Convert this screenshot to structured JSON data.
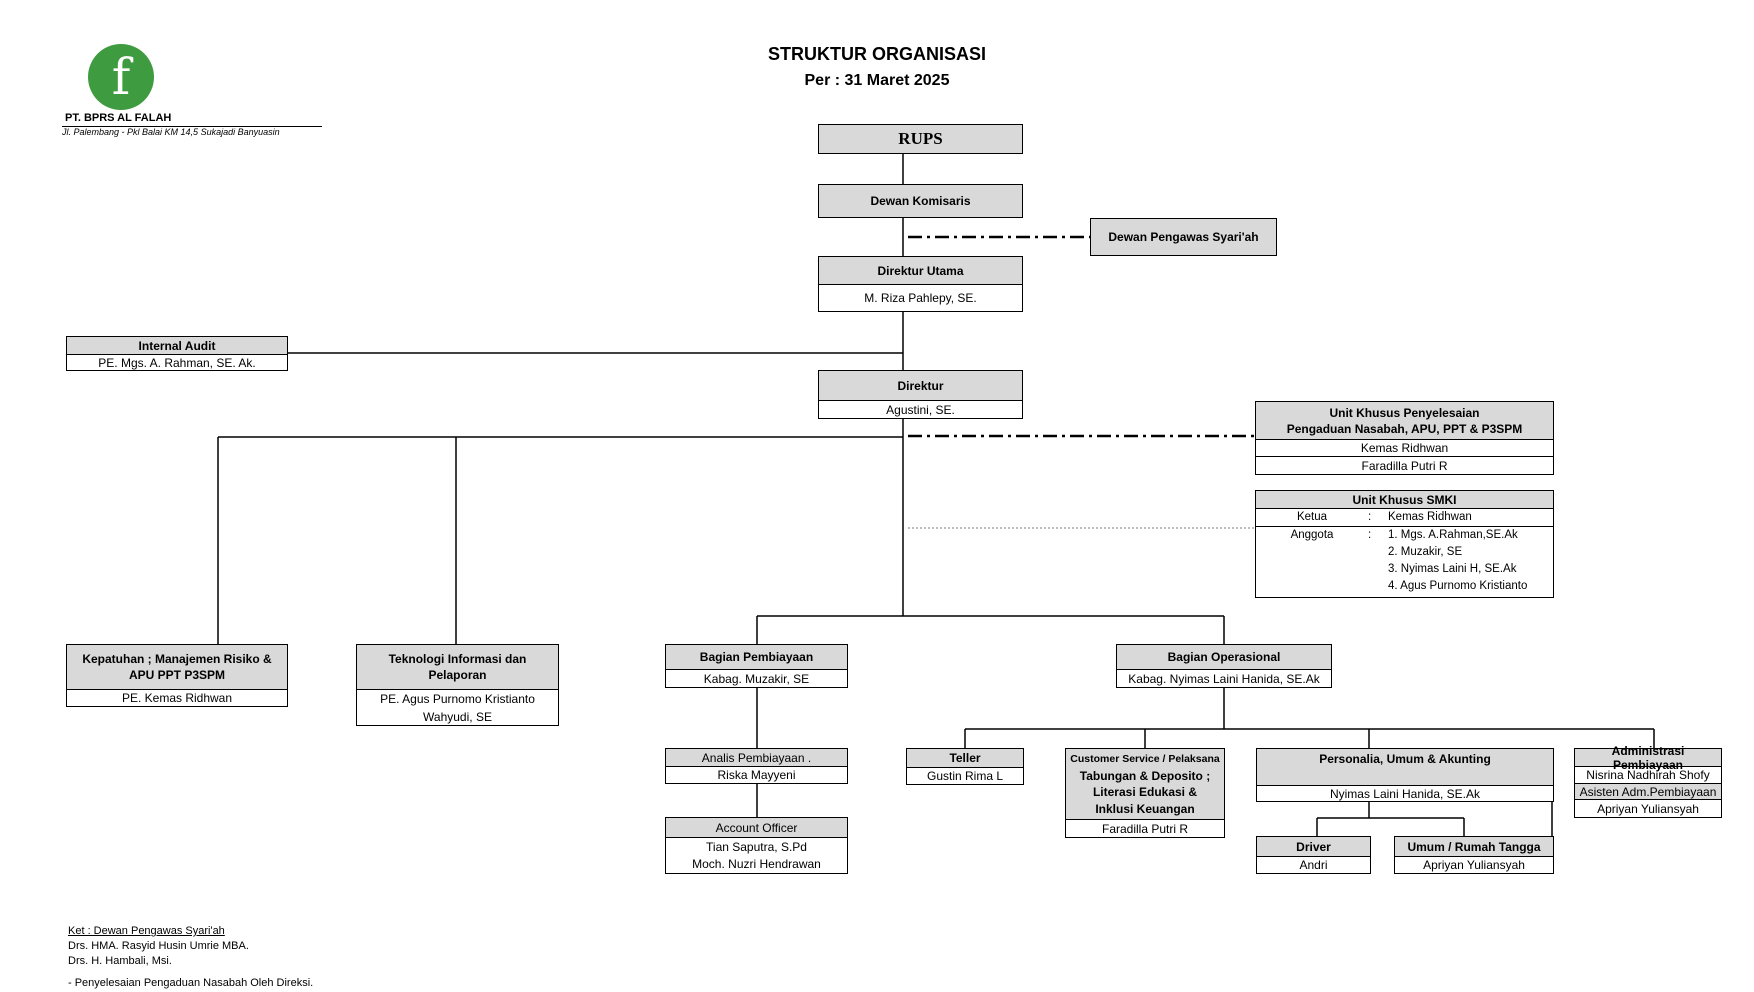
{
  "company": {
    "logo_letter": "f",
    "name": "PT. BPRS AL FALAH",
    "address": "Jl. Palembang - Pkl Balai KM 14,5 Sukajadi Banyuasin"
  },
  "title": "STRUKTUR ORGANISASI",
  "subtitle": "Per : 31 Maret 2025",
  "boxes": {
    "rups": "RUPS",
    "dewan_komisaris": "Dewan Komisaris",
    "dewan_pengawas": "Dewan Pengawas Syari'ah",
    "direktur_utama": {
      "title": "Direktur Utama",
      "name": "M. Riza Pahlepy, SE."
    },
    "internal_audit": {
      "title": "Internal Audit",
      "name": "PE. Mgs. A. Rahman, SE. Ak."
    },
    "direktur": {
      "title": "Direktur",
      "name": "Agustini, SE."
    },
    "unit_penyelesaian": {
      "title1": "Unit Khusus Penyelesaian",
      "title2": "Pengaduan Nasabah, APU, PPT & P3SPM",
      "names": [
        "Kemas Ridhwan",
        "Faradilla Putri R"
      ]
    },
    "unit_smki": {
      "title": "Unit Khusus SMKI",
      "ketua_label": "Ketua",
      "anggota_label": "Anggota",
      "sep": ":",
      "ketua": "Kemas Ridhwan",
      "anggota": [
        "1. Mgs. A.Rahman,SE.Ak",
        "2. Muzakir, SE",
        "3. Nyimas Laini H, SE.Ak",
        "4. Agus Purnomo Kristianto"
      ]
    },
    "kepatuhan": {
      "title1": "Kepatuhan ; Manajemen Risiko &",
      "title2": "APU PPT P3SPM",
      "name": "PE. Kemas Ridhwan"
    },
    "ti": {
      "title1": "Teknologi Informasi dan",
      "title2": "Pelaporan",
      "names": [
        "PE. Agus Purnomo Kristianto",
        "Wahyudi, SE"
      ]
    },
    "pembiayaan": {
      "title": "Bagian Pembiayaan",
      "name": "Kabag. Muzakir, SE"
    },
    "operasional": {
      "title": "Bagian Operasional",
      "name": "Kabag. Nyimas Laini Hanida, SE.Ak"
    },
    "analis": {
      "title": "Analis Pembiayaan .",
      "name": "Riska Mayyeni"
    },
    "account_officer": {
      "title": "Account Officer",
      "names": [
        "Tian Saputra, S.Pd",
        "Moch. Nuzri Hendrawan"
      ]
    },
    "teller": {
      "title": "Teller",
      "name": "Gustin Rima L"
    },
    "cs": {
      "title1": "Customer Service / Pelaksana",
      "title2": "Tabungan & Deposito ;",
      "title3": "Literasi Edukasi &",
      "title4": "Inklusi Keuangan",
      "name": "Faradilla Putri R"
    },
    "personalia": {
      "title": "Personalia, Umum & Akunting",
      "name": "Nyimas Laini Hanida, SE.Ak"
    },
    "driver": {
      "title": "Driver",
      "name": "Andri"
    },
    "umum": {
      "title": "Umum / Rumah Tangga",
      "name": "Apriyan Yuliansyah"
    },
    "adm_pembiayaan": {
      "title": "Administrasi Pembiayaan",
      "name1": "Nisrina Nadhirah Shofy",
      "sub_title": "Asisten Adm.Pembiayaan",
      "name2": "Apriyan Yuliansyah"
    }
  },
  "footnote": {
    "heading": "Ket : Dewan Pengawas Syari'ah",
    "lines": [
      "Drs. HMA. Rasyid Husin Umrie MBA.",
      "Drs. H. Hambali, Msi."
    ],
    "note": "- Penyelesaian Pengaduan Nasabah Oleh Direksi."
  }
}
